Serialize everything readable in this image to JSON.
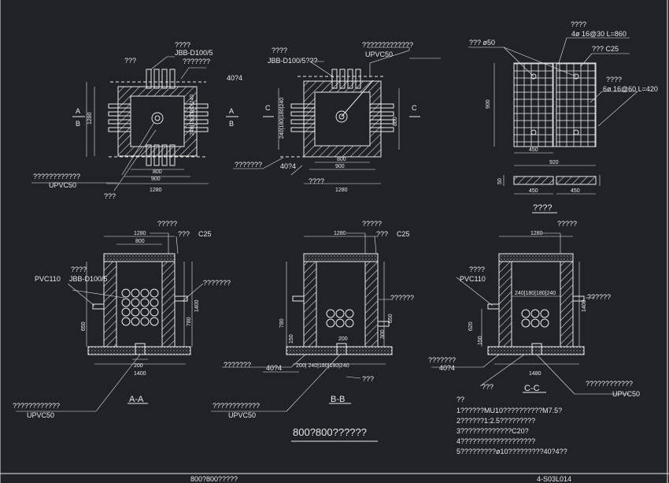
{
  "plan_left": {
    "lbl_top_a": "????",
    "lbl_top_b": "JBB-D100/5",
    "lbl_top_c": "???",
    "lbl_top_d": "???????",
    "lbl_rebar": "40?4",
    "dim_800": "800",
    "dim_900": "900",
    "dim_1280": "1280",
    "dim_v": "1280",
    "dim_v2": "240|180|180|240",
    "sec_a1": "A",
    "sec_b1": "B",
    "sec_a2": "A",
    "sec_b2": "B",
    "lbl_drain_a": "????????????",
    "lbl_drain_b": "UPVC50",
    "lbl_pit": "???"
  },
  "plan_mid": {
    "lbl_top_a": "????",
    "lbl_top_b": "JBB-D100/5???",
    "lbl_top_c": "?????????????",
    "lbl_top_d": "UPVC50",
    "sec_c1": "C",
    "sec_c2": "C",
    "dim_v": "240|180|180|240",
    "dim_v2": "800",
    "dim_800": "800",
    "dim_900": "900",
    "dim_1280": "1280",
    "lbl_bot_a": "???????",
    "lbl_bot_b": "40?4",
    "lbl_bot_c": "????"
  },
  "cover": {
    "lbl_a": "????",
    "lbl_b": "4ø 16@30  L=860",
    "lbl_c": "??? ø50",
    "lbl_d": "???   C25",
    "lbl_e": "????",
    "lbl_f": "6ø 16@60  L=420",
    "dim_450a": "450",
    "dim_900": "900",
    "dim_920": "920",
    "dim_450b": "450",
    "dim_450c": "450",
    "dim_v": "900",
    "dim_small": "50",
    "title": "????"
  },
  "sec_aa": {
    "lbl_top": "?????",
    "lbl_c25a": "???",
    "lbl_c25b": "C25",
    "lbl_l1": "????",
    "lbl_l2": "PVC110",
    "lbl_l3": "JBB-D100/5",
    "lbl_r": "???????",
    "dim_1280": "1280",
    "dim_800": "800",
    "dim_v1": "650",
    "dim_v2": "1400",
    "dim_v3": "780",
    "dim_200": "200",
    "dim_1400": "1400",
    "title": "A-A",
    "lbl_drain_a": "????????????",
    "lbl_drain_b": "UPVC50"
  },
  "sec_bb": {
    "lbl_top": "?????",
    "lbl_c25a": "???",
    "lbl_c25b": "C25",
    "lbl_r": "??????",
    "dim_1280": "1280",
    "dim_v1": "780",
    "dim_v2": "650",
    "dim_v3": "300",
    "dim_v4": "150",
    "dim_row": "200| 240|180|180|240",
    "dim_200": "200",
    "lbl_pipe": "???????",
    "lbl_rebar": "40?4",
    "lbl_pit": "???",
    "title": "B-B",
    "lbl_drain_a": "????????????",
    "lbl_drain_b": "UPVC50"
  },
  "sec_cc": {
    "lbl_top": "?????",
    "lbl_l1": "????",
    "lbl_l2": "PVC110",
    "lbl_r": "??????",
    "dim_1280": "1280",
    "dim_row": "240|180|180|240",
    "dim_v1": "620",
    "dim_v2": "150",
    "dim_v3": "1400",
    "dim_1480": "1480",
    "lbl_pipe": "???????",
    "lbl_rebar": "40?4",
    "lbl_pit": "???",
    "lbl_drain": "????????????",
    "lbl_upvc": "UPVC50",
    "title": "C-C"
  },
  "notes": {
    "head": "??",
    "n1": "1??????MU10??????????M7.5?",
    "n2": "2??????1:2.5?????????",
    "n3": "3?????????????C20?",
    "n4": "4???????????????????",
    "n5": "5?????????ø10?????????40?4??"
  },
  "title_main": "800?800??????",
  "footer_left": "800?800?????",
  "footer_right": "4-S03L014"
}
